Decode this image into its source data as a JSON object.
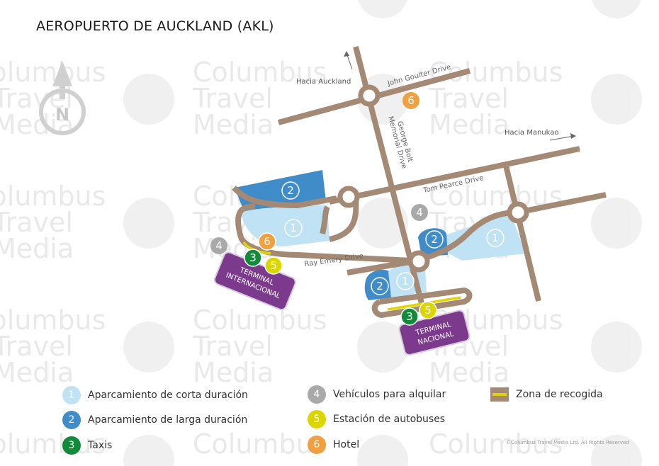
{
  "title": "AEROPUERTO DE AUCKLAND (AKL)",
  "watermark": {
    "line1": "Columbus",
    "line2": "Travel",
    "line3": "Media"
  },
  "compass": {
    "letter": "N"
  },
  "roads": {
    "john_goulter": "John Goulter Drive",
    "george_bolt_1": "George Bolt",
    "george_bolt_2": "Memorial Drive",
    "tom_pearce": "Tom Pearce Drive",
    "ray_emery": "Ray Emery Drive"
  },
  "directions": {
    "auckland": "Hacia Auckland",
    "manukao": "Hacia Manukao"
  },
  "terminals": {
    "international": {
      "line1": "TERMINAL",
      "line2": "INTERNACIONAL"
    },
    "national": {
      "line1": "TERMINAL",
      "line2": "NACIONAL"
    }
  },
  "badges": {
    "n1": "1",
    "n2": "2",
    "n3": "3",
    "n4": "4",
    "n5": "5",
    "n6": "6"
  },
  "legend": [
    {
      "num": "1",
      "label": "Aparcamiento de corta duración",
      "color": "#bfe3f5"
    },
    {
      "num": "2",
      "label": "Aparcamiento de larga duración",
      "color": "#3f8cc8"
    },
    {
      "num": "3",
      "label": "Taxis",
      "color": "#118a3a"
    },
    {
      "num": "4",
      "label": "Vehículos para alquilar",
      "color": "#a9a9a9"
    },
    {
      "num": "5",
      "label": "Estación de autobuses",
      "color": "#dcd600"
    },
    {
      "num": "6",
      "label": "Hotel",
      "color": "#f0a040"
    },
    {
      "num": "",
      "label": "Zona de recogida",
      "color": "#a48a74"
    }
  ],
  "copyright": "©Columbus Travel Media Ltd. All Rights Reserved",
  "colors": {
    "road": "#a48a74",
    "short_parking": "#bfe3f5",
    "long_parking": "#3f8cc8",
    "taxi": "#118a3a",
    "rental": "#a9a9a9",
    "bus": "#dcd600",
    "hotel": "#f0a040",
    "terminal": "#7c3a8c",
    "pickup": "#e0d500"
  }
}
